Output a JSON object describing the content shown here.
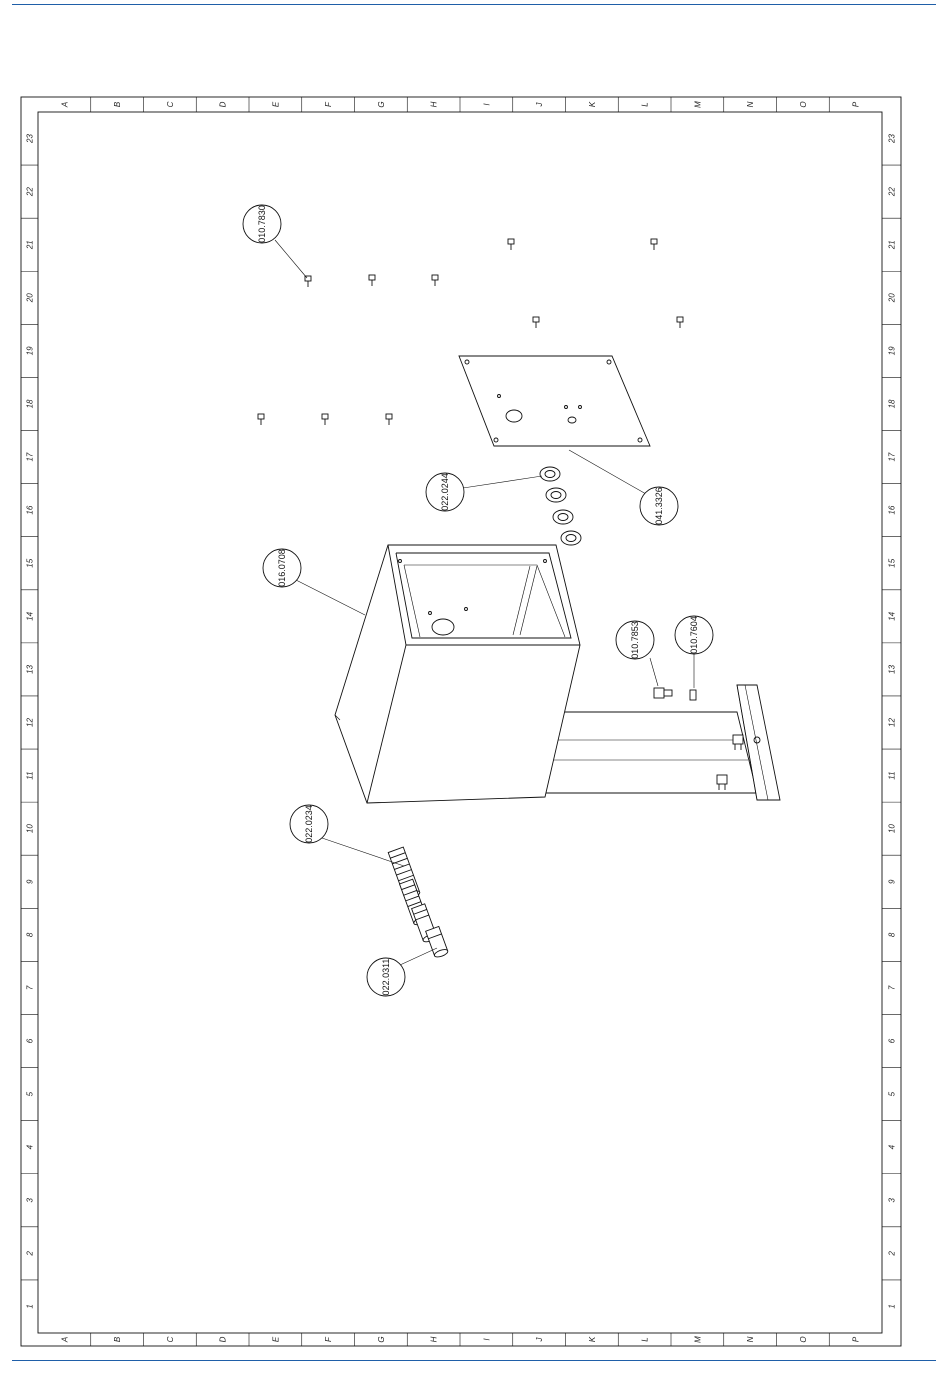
{
  "frame": {
    "column_letters": [
      "A",
      "B",
      "C",
      "D",
      "E",
      "F",
      "G",
      "H",
      "I",
      "J",
      "K",
      "L",
      "M",
      "N",
      "O",
      "P"
    ],
    "row_numbers": [
      "23",
      "22",
      "21",
      "20",
      "19",
      "18",
      "17",
      "16",
      "15",
      "14",
      "13",
      "12",
      "11",
      "10",
      "9",
      "8",
      "7",
      "6",
      "5",
      "4",
      "3",
      "2",
      "1"
    ]
  },
  "callouts": [
    {
      "id": "screw-top",
      "label": "010.7830"
    },
    {
      "id": "plate",
      "label": "041.3326"
    },
    {
      "id": "locknuts",
      "label": "022.0244"
    },
    {
      "id": "enclosure",
      "label": "016.0708"
    },
    {
      "id": "bolt",
      "label": "010.7853"
    },
    {
      "id": "washer",
      "label": "010.7604"
    },
    {
      "id": "glands",
      "label": "022.0234"
    },
    {
      "id": "gland-nut",
      "label": "022.0311"
    }
  ],
  "colors": {
    "rule": "#1f5fa8",
    "ink": "#111111"
  }
}
